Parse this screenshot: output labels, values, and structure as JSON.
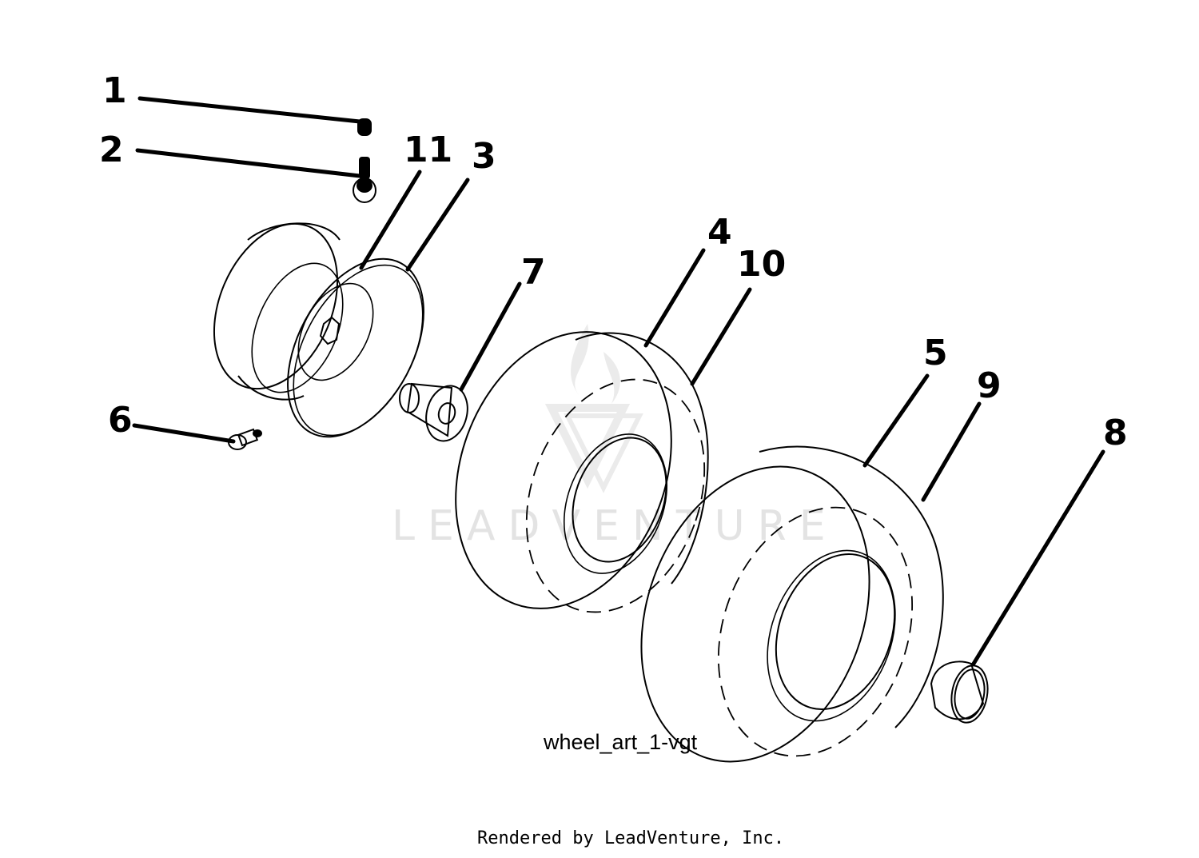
{
  "callouts": {
    "c1": "1",
    "c2": "2",
    "c3": "3",
    "c4": "4",
    "c5": "5",
    "c6": "6",
    "c7": "7",
    "c8": "8",
    "c9": "9",
    "c10": "10",
    "c11": "11"
  },
  "caption": "wheel_art_1-vgt",
  "footer": "Rendered by LeadVenture, Inc.",
  "watermark": {
    "text": "LEADVENTURE"
  },
  "icons": [
    "leadventure-logo-watermark"
  ],
  "colors": {
    "line": "#000000",
    "background": "#ffffff",
    "watermark": "#e3e3e3"
  }
}
